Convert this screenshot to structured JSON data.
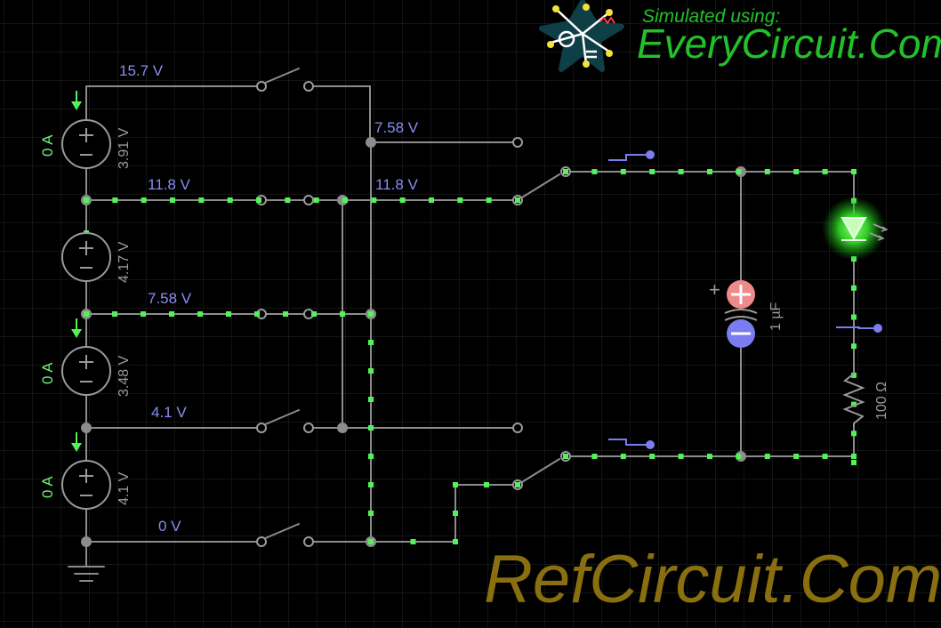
{
  "watermarks": {
    "simulated_using": "Simulated using:",
    "everycircuit": "EveryCircuit.Com",
    "refcircuit": "RefCircuit.Com"
  },
  "node_voltages": {
    "top_rail": "15.7 V",
    "switch_right_top": "7.58 V",
    "rail_1_left": "11.8 V",
    "rail_1_right": "11.8 V",
    "rail_2": "7.58 V",
    "rail_3": "4.1 V",
    "rail_ground": "0 V"
  },
  "sources": [
    {
      "current": "0 A",
      "voltage": "3.91 V"
    },
    {
      "current": "",
      "voltage": "4.17 V"
    },
    {
      "current": "0 A",
      "voltage": "3.48 V"
    },
    {
      "current": "0 A",
      "voltage": "4.1 V"
    }
  ],
  "capacitor": {
    "value": "1 µF",
    "plus_sign": "+"
  },
  "resistor": {
    "value": "100 Ω"
  },
  "colors": {
    "background": "#000000",
    "grid": "#1f1f1f",
    "wire": "#8c8c8c",
    "current_dot": "#52f25a",
    "voltage_label": "#8a8cf2",
    "led_glow": "#3dff2e",
    "cap_positive": "#f08a8a",
    "cap_negative": "#7a7cf0",
    "watermark_everycircuit": "#22c02a",
    "watermark_refcircuit": "#8a6f10"
  }
}
